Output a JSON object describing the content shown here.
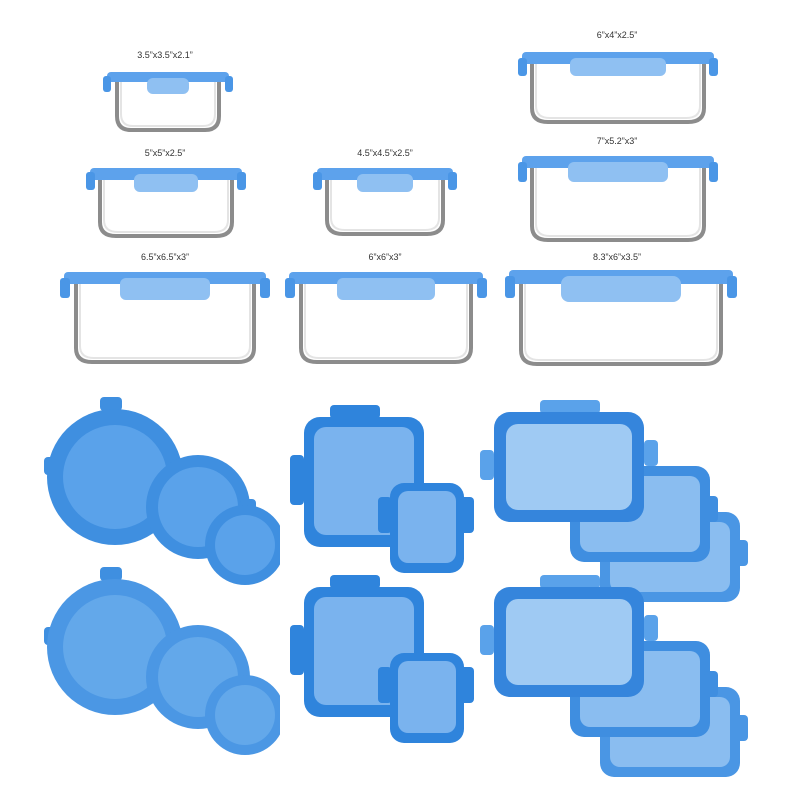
{
  "containers": [
    {
      "size": "3.5”x3.5”x2.1”"
    },
    {
      "size": "6”x4”x2.5”"
    },
    {
      "size": "5”x5”x2.5”"
    },
    {
      "size": "4.5”x4.5”x2.5”"
    },
    {
      "size": "7”x5.2”x3”"
    },
    {
      "size": "6.5”x6.5”x3”"
    },
    {
      "size": "6”x6”x3”"
    },
    {
      "size": "8.3”x6”x3.5”"
    }
  ],
  "colors": {
    "lid_blue": "#3f8fe0",
    "lid_light": "#7fb6ee",
    "lid_dark": "#1f6fc8",
    "glass": "#9a9a9a"
  }
}
